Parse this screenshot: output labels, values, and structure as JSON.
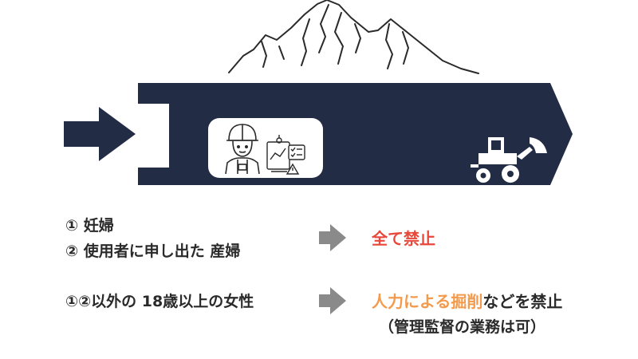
{
  "colors": {
    "tunnel": "#232c45",
    "arrow_gray": "#8a8a8a",
    "prohibit_red": "#e8473a",
    "highlight_orange": "#f39a4c",
    "text": "#2a2a2a"
  },
  "icons": [
    "mountain-icon",
    "arrow-right-icon",
    "worker-helmet-icon",
    "checklist-report-icon",
    "bulldozer-icon"
  ],
  "rows": [
    {
      "lines": [
        "① 妊婦",
        "② 使用者に申し出た 産婦"
      ],
      "result": "全て禁止"
    },
    {
      "lines": [
        "①②以外の 18歳以上の女性"
      ],
      "result_highlight": "人力による掘削",
      "result_rest": "などを禁止",
      "result_note": "（管理監督の業務は可）"
    }
  ]
}
